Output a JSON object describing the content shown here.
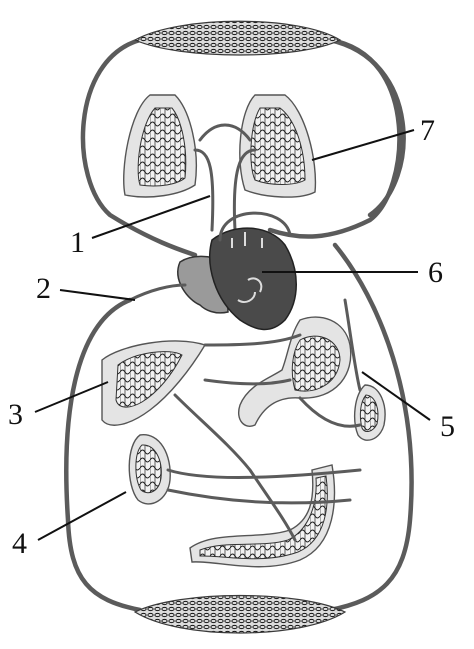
{
  "labels": {
    "l1": "1",
    "l2": "2",
    "l3": "3",
    "l4": "4",
    "l5": "5",
    "l6": "6",
    "l7": "7"
  },
  "colors": {
    "vessel": "#5b5b5b",
    "organ": "#e4e4e4",
    "heart": "#4a4a4a",
    "line": "#111111"
  }
}
